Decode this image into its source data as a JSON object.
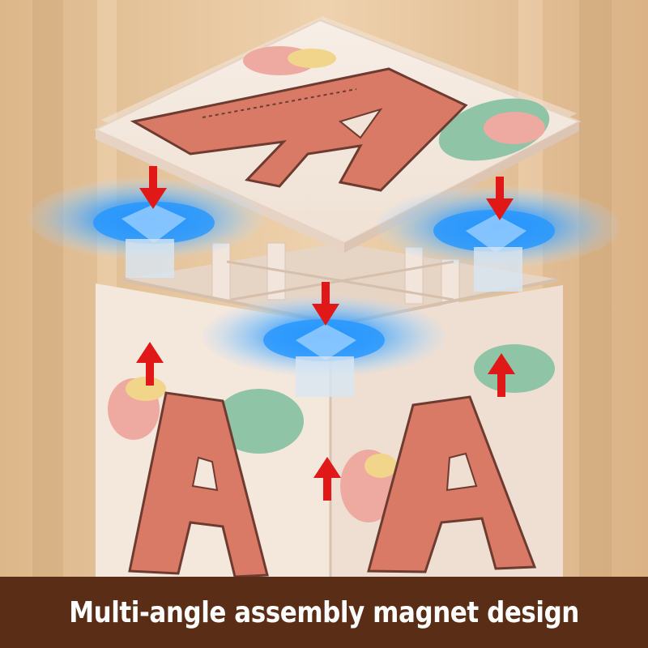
{
  "caption": {
    "text": "Multi-angle assembly magnet design"
  },
  "cube_faces": {
    "top_letter": "A",
    "left_letter": "A",
    "right_letter": "A"
  },
  "colors": {
    "background": "#e9c9a1",
    "caption_bar": "#5a2e16",
    "caption_text": "#ffffff",
    "cube_body": "#f4e7dc",
    "letter_fill": "#d87a66",
    "letter_outline": "#6e3b30",
    "magnet_glow": "#2f9bff",
    "arrow": "#e01818",
    "leaf_green": "#8fc4a6",
    "leaf_pink": "#eeaaa0",
    "leaf_yellow": "#f1d58a"
  }
}
